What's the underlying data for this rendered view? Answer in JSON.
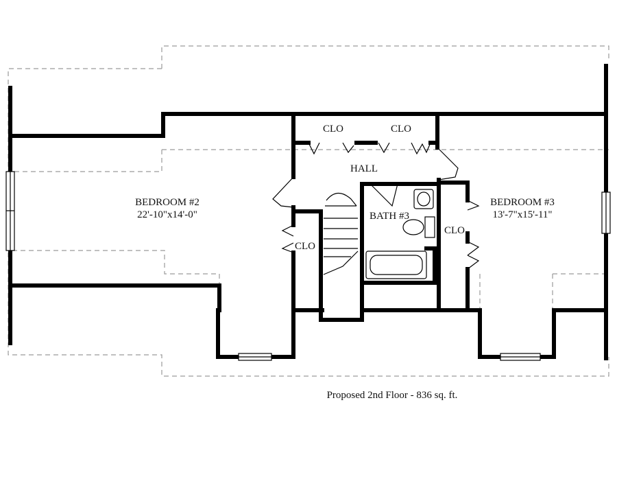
{
  "plan": {
    "rooms": {
      "bedroom2": {
        "name": "BEDROOM #2",
        "dims": "22'-10\"x14'-0\""
      },
      "bedroom3": {
        "name": "BEDROOM #3",
        "dims": "13'-7\"x15'-11\""
      },
      "bath3": {
        "name": "BATH #3"
      },
      "hall": {
        "name": "HALL"
      },
      "clo_top_left": {
        "name": "CLO"
      },
      "clo_top_right": {
        "name": "CLO"
      },
      "clo_mid": {
        "name": "CLO"
      },
      "clo_right": {
        "name": "CLO"
      }
    },
    "caption": "Proposed 2nd Floor - 836 sq. ft."
  }
}
